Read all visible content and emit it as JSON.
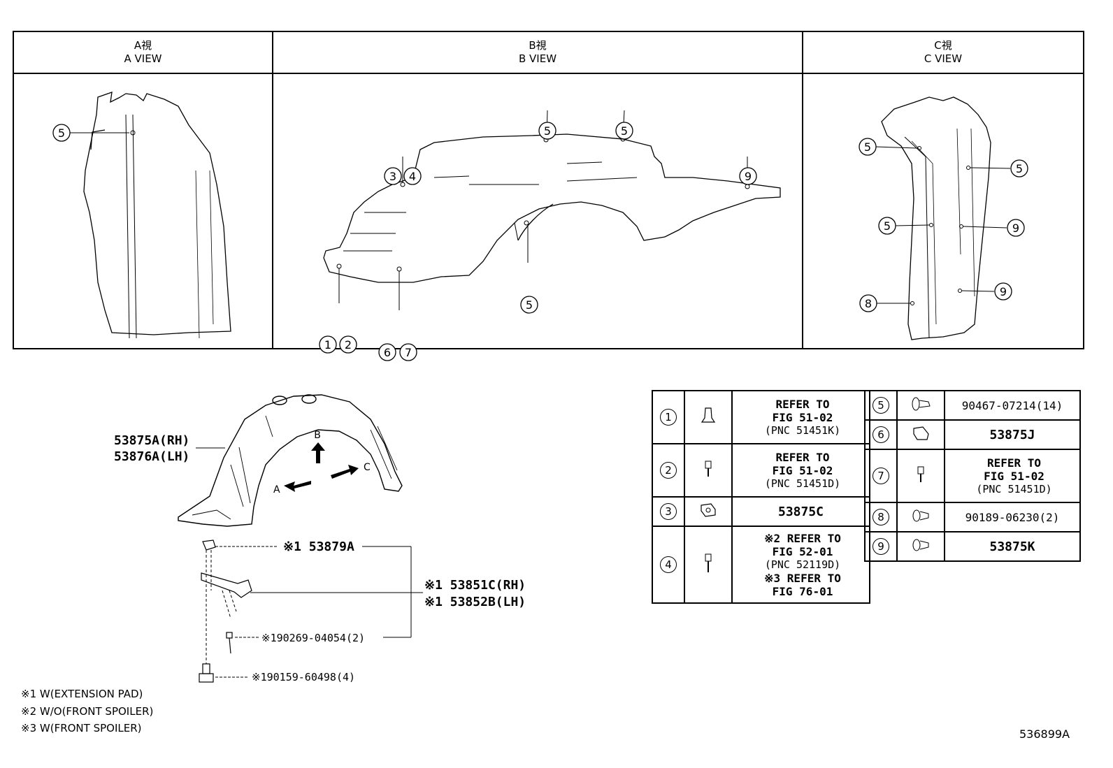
{
  "views": [
    {
      "jp": "A視",
      "en": "A VIEW"
    },
    {
      "jp": "B視",
      "en": "B VIEW"
    },
    {
      "jp": "C視",
      "en": "C VIEW"
    }
  ],
  "callouts": {
    "a": [
      "5"
    ],
    "b": [
      "5",
      "5",
      "3",
      "4",
      "9",
      "5",
      "1",
      "2",
      "6",
      "7"
    ],
    "c": [
      "5",
      "5",
      "5",
      "9",
      "8",
      "9"
    ]
  },
  "main": {
    "liner_rh": "53875A(RH)",
    "liner_lh": "53876A(LH)",
    "arrow_a": "A",
    "arrow_b": "B",
    "arrow_c": "C",
    "pad": "※1 53879A",
    "bracket_rh": "※1 53851C(RH)",
    "bracket_lh": "※1 53852B(LH)",
    "screw": "※190269-04054(2)",
    "bolt": "※190159-60498(4)"
  },
  "notes": [
    "※1 W(EXTENSION PAD)",
    "※2 W/O(FRONT SPOILER)",
    "※3 W(FRONT SPOILER)"
  ],
  "table_left": [
    {
      "n": "1",
      "icon": "clip-icon",
      "ref": [
        "REFER TO",
        "FIG 51-02",
        "(PNC 51451K)"
      ]
    },
    {
      "n": "2",
      "icon": "screw-icon",
      "ref": [
        "REFER TO",
        "FIG 51-02",
        "(PNC 51451D)"
      ]
    },
    {
      "n": "3",
      "icon": "nut-icon",
      "ref": [
        "53875C"
      ]
    },
    {
      "n": "4",
      "icon": "screw-icon",
      "ref": [
        "※2 REFER TO",
        "FIG 52-01",
        "(PNC 52119D)",
        "※3 REFER TO",
        "FIG 76-01"
      ]
    }
  ],
  "table_right": [
    {
      "n": "5",
      "icon": "push-clip-icon",
      "ref": "90467-07214(14)"
    },
    {
      "n": "6",
      "icon": "speed-nut-icon",
      "ref": "53875J"
    },
    {
      "n": "7",
      "icon": "screw-icon",
      "ref_lines": [
        "REFER TO",
        "FIG 51-02",
        "(PNC 51451D)"
      ]
    },
    {
      "n": "8",
      "icon": "grommet-icon",
      "ref": "90189-06230(2)"
    },
    {
      "n": "9",
      "icon": "grommet-icon",
      "ref": "53875K"
    }
  ],
  "figure_id": "536899A"
}
